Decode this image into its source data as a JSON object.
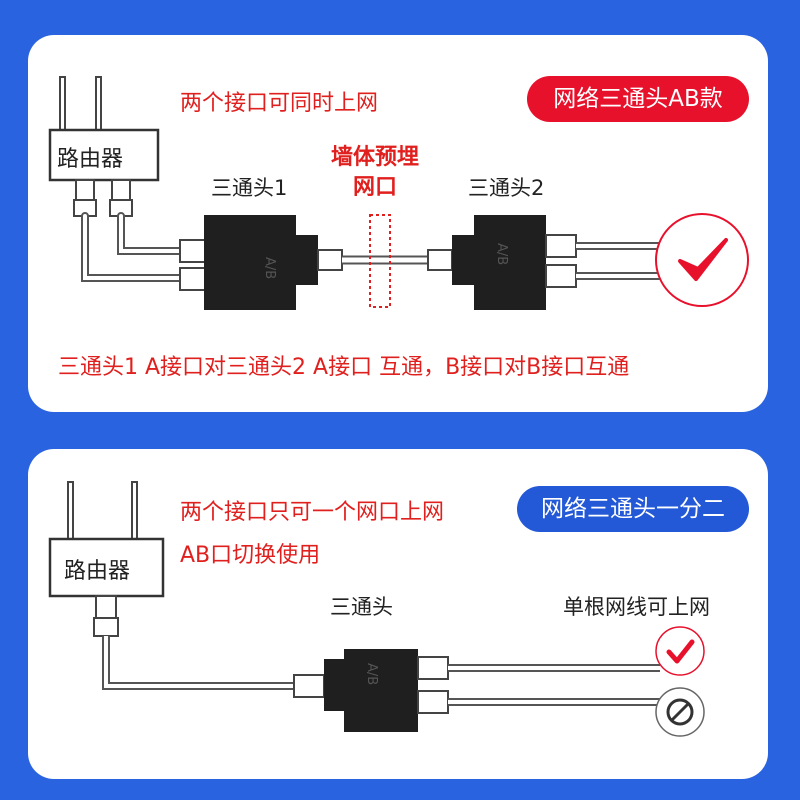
{
  "colors": {
    "background": "#2a63e0",
    "card": "#ffffff",
    "accent_red": "#e8112c",
    "accent_blue": "#2358d6",
    "text_red": "#e0201e"
  },
  "panel1": {
    "note": "两个接口可同时上网",
    "badge": "网络三通头AB款",
    "router_label": "路由器",
    "splitter1_label": "三通头1",
    "splitter2_label": "三通头2",
    "wall_label_line1": "墙体预埋",
    "wall_label_line2": "网口",
    "splitter_marking": "A/B",
    "status_icon": "checkmark-icon",
    "caption": "三通头1 A接口对三通头2 A接口 互通，B接口对B接口互通"
  },
  "panel2": {
    "note_line1": "两个接口只可一个网口上网",
    "note_line2": "AB口切换使用",
    "badge": "网络三通头一分二",
    "router_label": "路由器",
    "splitter_label": "三通头",
    "splitter_marking": "A/B",
    "cable_label": "单根网线可上网",
    "status_icons": [
      "checkmark-icon",
      "prohibited-icon"
    ]
  }
}
